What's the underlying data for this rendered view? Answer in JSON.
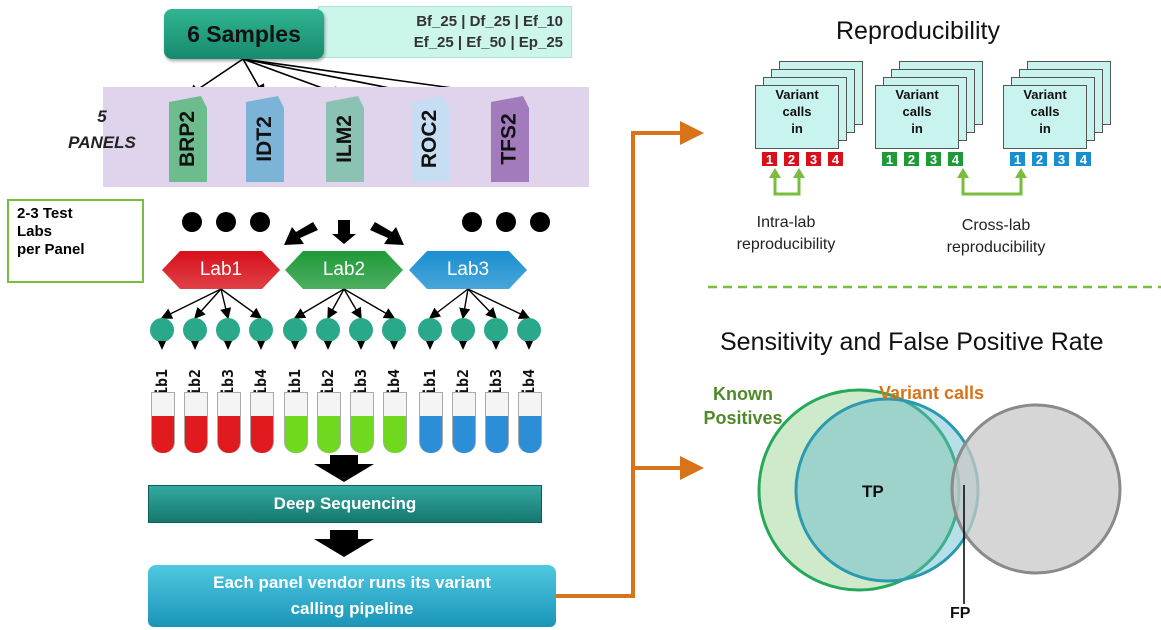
{
  "samples": {
    "title": "6 Samples",
    "list_line1": "Bf_25 | Df_25 | Ef_10",
    "list_line2": "Ef_25 | Ef_50 | Ep_25"
  },
  "panels": {
    "label_line1": "5",
    "label_line2": "PANELS",
    "items": [
      {
        "name": "BRP2",
        "color": "#6dbc8e"
      },
      {
        "name": "IDT2",
        "color": "#7cb4d8"
      },
      {
        "name": "ILM2",
        "color": "#8cc2b3"
      },
      {
        "name": "ROC2",
        "color": "#c6ddf2"
      },
      {
        "name": "TFS2",
        "color": "#a27bbd"
      }
    ]
  },
  "labs_note": {
    "line1": "2-3 Test",
    "line2": "Labs",
    "line3": "per Panel"
  },
  "labs": [
    {
      "name": "Lab1",
      "color": "#d8101a",
      "liquid": "#e01a1f"
    },
    {
      "name": "Lab2",
      "color": "#1f9a38",
      "liquid": "#6fd81f"
    },
    {
      "name": "Lab3",
      "color": "#1a8fd0",
      "liquid": "#2b8ed6"
    }
  ],
  "libraries": [
    "Lib1",
    "Lib2",
    "Lib3",
    "Lib4"
  ],
  "steps": {
    "sequencing": "Deep Sequencing",
    "pipeline_line1": "Each panel vendor runs its variant",
    "pipeline_line2": "calling pipeline"
  },
  "reproducibility": {
    "title": "Reproducibility",
    "doc_text": [
      "Variant",
      "calls",
      "in"
    ],
    "numbers": [
      "1",
      "2",
      "3",
      "4"
    ],
    "intra_line1": "Intra-lab",
    "intra_line2": "reproducibility",
    "cross_line1": "Cross-lab",
    "cross_line2": "reproducibility"
  },
  "venn": {
    "title": "Sensitivity and False Positive Rate",
    "known_line1": "Known",
    "known_line2": "Positives",
    "variant_calls": "Variant calls",
    "tp": "TP",
    "fp": "FP"
  },
  "colors": {
    "accent_orange": "#d9731a",
    "green_border": "#78be3c",
    "known_text": "#4f8a2a",
    "variant_text": "#d9731a"
  }
}
